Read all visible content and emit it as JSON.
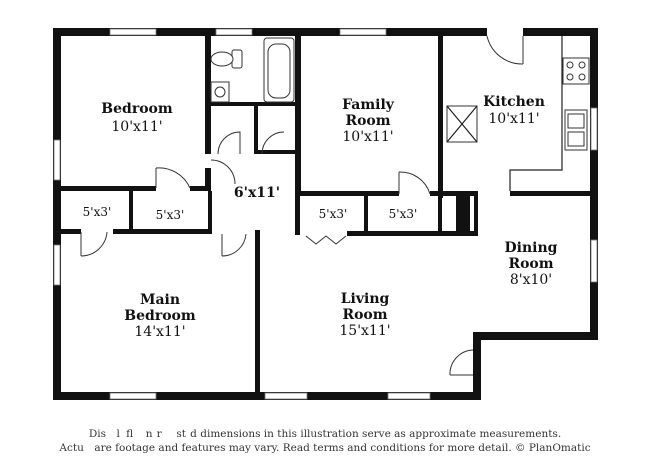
{
  "rooms": {
    "bedroom": {
      "name": "Bedroom",
      "size": "10'x11'"
    },
    "family_room": {
      "name1": "Family",
      "name2": "Room",
      "size": "10'x11'"
    },
    "kitchen": {
      "name": "Kitchen",
      "size": "10'x11'"
    },
    "hall": {
      "size": "6'x11'"
    },
    "closet_1": {
      "size": "5'x3'"
    },
    "closet_2": {
      "size": "5'x3'"
    },
    "closet_3": {
      "size": "5'x3'"
    },
    "closet_4": {
      "size": "5'x3'"
    },
    "dining_room": {
      "name1": "Dining",
      "name2": "Room",
      "size": "8'x10'"
    },
    "main_bedroom": {
      "name1": "Main",
      "name2": "Bedroom",
      "size": "14'x11'"
    },
    "living_room": {
      "name1": "Living",
      "name2": "Room",
      "size": "15'x11'"
    }
  },
  "disclaimer": {
    "line1": "Dis     l   fl      n  r       st  d dimensions in this illustration serve as approximate measurements.",
    "line2": "Actu     are footage and features may vary. Read terms and conditions for more detail. © PlanOmatic"
  }
}
